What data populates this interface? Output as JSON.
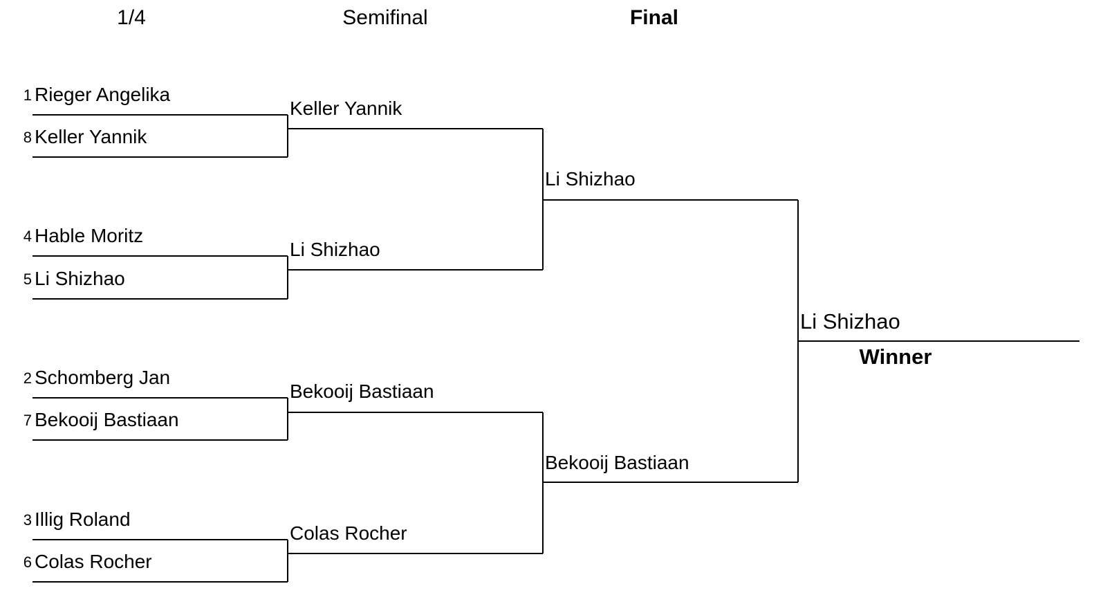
{
  "rounds": [
    {
      "label": "1/4",
      "bold": false
    },
    {
      "label": "Semifinal",
      "bold": false
    },
    {
      "label": "Final",
      "bold": true
    }
  ],
  "quarterfinal": [
    {
      "seed": "1",
      "name": "Rieger Angelika"
    },
    {
      "seed": "8",
      "name": "Keller Yannik"
    },
    {
      "seed": "4",
      "name": "Hable Moritz"
    },
    {
      "seed": "5",
      "name": "Li Shizhao"
    },
    {
      "seed": "2",
      "name": "Schomberg Jan"
    },
    {
      "seed": "7",
      "name": "Bekooij Bastiaan"
    },
    {
      "seed": "3",
      "name": "Illig Roland"
    },
    {
      "seed": "6",
      "name": "Colas Rocher"
    }
  ],
  "semifinal": [
    "Keller Yannik",
    "Li Shizhao",
    "Bekooij Bastiaan",
    "Colas Rocher"
  ],
  "final": [
    "Li Shizhao",
    "Bekooij Bastiaan"
  ],
  "champion": {
    "name": "Li Shizhao",
    "label": "Winner"
  }
}
